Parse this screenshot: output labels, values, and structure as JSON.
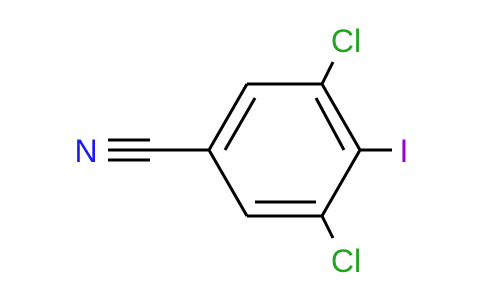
{
  "molecule": {
    "atom_labels": {
      "nitrogen": "N",
      "chlorine_top": "Cl",
      "iodine": "I",
      "chlorine_bottom": "Cl"
    },
    "colors": {
      "bond": "#000000",
      "nitrogen": "#1c1cf0",
      "chlorine": "#1fa51f",
      "iodine": "#9400d3"
    }
  }
}
